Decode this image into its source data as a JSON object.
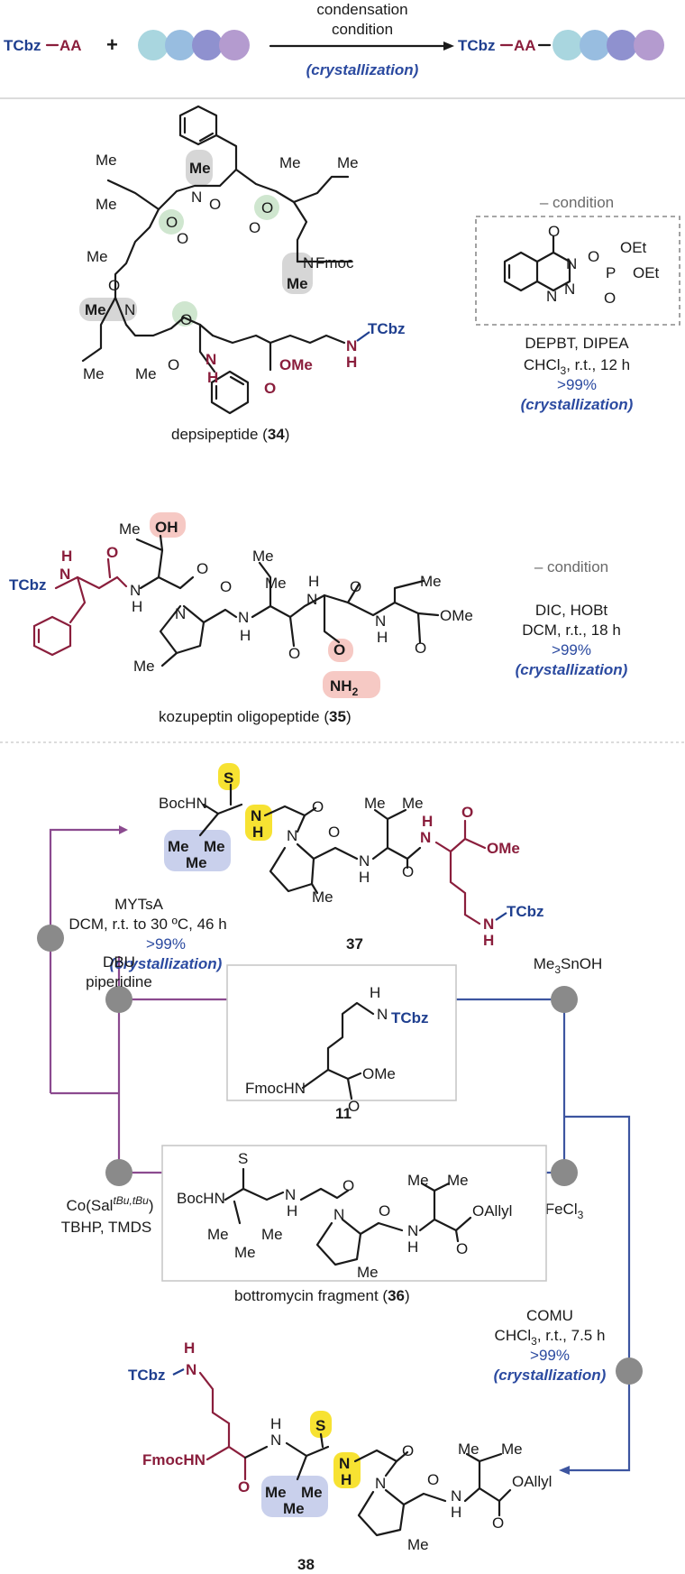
{
  "header": {
    "reagent_left": "TCbz",
    "reagent_aa": "AA",
    "plus": "+",
    "condition_line1": "condensation",
    "condition_line2": "condition",
    "condition_note": "(crystallization)",
    "product_left": "TCbz",
    "product_aa": "AA",
    "bead_colors": [
      "#a9d6df",
      "#98bde0",
      "#8f91cf",
      "#b49bcf"
    ]
  },
  "depsipeptide": {
    "labels": {
      "me1": "Me",
      "me2": "Me",
      "me3": "Me",
      "me4": "Me",
      "me5": "Me",
      "me6": "Me",
      "me_n_top": "Me",
      "me_n_right": "Me",
      "n_top": "N",
      "n_right": "N",
      "fmoc": "Fmoc",
      "me_n_left": "Me",
      "n_left": "N",
      "o1": "O",
      "o2": "O",
      "o3": "O",
      "o4": "O",
      "o5": "O",
      "o6": "O",
      "o7": "O",
      "h_nh": "H",
      "n_nh": "N",
      "ome": "OMe",
      "o_ester": "O",
      "nh_n": "N",
      "nh_h": "H",
      "tcbz": "TCbz"
    },
    "caption_name": "depsipeptide (",
    "caption_num": "34",
    "caption_close": ")"
  },
  "condition1": {
    "title": "– condition",
    "reagent_o": "O",
    "reagent_n1": "N",
    "reagent_n2": "N",
    "reagent_n3": "N",
    "reagent_o2": "O",
    "reagent_p": "P",
    "reagent_oet1": "OEt",
    "reagent_oet2": "OEt",
    "reagent_o3": "O",
    "line1": "DEPBT, DIPEA",
    "line2_a": "CHCl",
    "line2_sub": "3",
    "line2_b": ", r.t., 12 h",
    "yield": ">99%",
    "note": "(crystallization)"
  },
  "kozupeptin": {
    "labels": {
      "me_top": "Me",
      "oh": "OH",
      "h_left": "H",
      "n_left": "N",
      "tcbz": "TCbz",
      "o_red": "O",
      "h_n2": "H",
      "n2": "N",
      "o2": "O",
      "n_pro": "N",
      "o3": "O",
      "h3": "H",
      "n3": "N",
      "o4": "O",
      "h4": "H",
      "n4": "N",
      "o5": "O",
      "h5": "H",
      "n5": "N",
      "o6": "O",
      "ome": "OMe",
      "o_am": "O",
      "nh2": "NH",
      "nh2_sub": "2",
      "me_pro": "Me"
    },
    "caption_name": "kozupeptin oligopeptide (",
    "caption_num": "35",
    "caption_close": ")"
  },
  "condition2": {
    "title": "– condition",
    "line1": "DIC, HOBt",
    "line2": "DCM, r.t., 18 h",
    "yield": ">99%",
    "note": "(crystallization)"
  },
  "compound37": {
    "labels": {
      "s": "S",
      "bochn": "BocHN",
      "n_thio": "N",
      "h_thio": "H",
      "o1": "O",
      "me1": "Me",
      "me2": "Me",
      "me3": "Me",
      "n_pro": "N",
      "o2": "O",
      "h_n3": "H",
      "n3": "N",
      "o3": "O",
      "me_v1": "Me",
      "me_v2": "Me",
      "h_n4": "H",
      "n4": "N",
      "o4": "O",
      "ome": "OMe",
      "me_pro": "Me",
      "n_side": "N",
      "h_side": "H",
      "tcbz": "TCbz"
    },
    "number": "37"
  },
  "step_mytsa": {
    "line1": "MYTsA",
    "line2": "DCM, r.t. to 30 ºC, 46 h",
    "yield": ">99%",
    "note": "(crystallization)"
  },
  "step_dbu": {
    "line1": "DBU",
    "line2": "piperidine"
  },
  "step_me3snoh": {
    "a": "Me",
    "sub": "3",
    "b": "SnOH"
  },
  "compound11": {
    "labels": {
      "h": "H",
      "n": "N",
      "tcbz": "TCbz",
      "fmochn": "FmocHN",
      "ome": "OMe",
      "o": "O"
    },
    "number": "11"
  },
  "compound36": {
    "labels": {
      "s": "S",
      "bochn": "BocHN",
      "h_n": "H",
      "n": "N",
      "o1": "O",
      "me1": "Me",
      "me2": "Me",
      "me3": "Me",
      "n_pro": "N",
      "o2": "O",
      "me_v1": "Me",
      "me_v2": "Me",
      "h_n3": "H",
      "n3": "N",
      "o3": "O",
      "oallyl": "OAllyl",
      "me_pro": "Me"
    },
    "caption_name": "bottromycin fragment (",
    "caption_num": "36",
    "caption_close": ")"
  },
  "step_co": {
    "line1_a": "Co(Sal",
    "line1_sup": "tBu,tBu",
    "line1_b": ")",
    "line2": "TBHP, TMDS"
  },
  "step_fecl3": {
    "a": "FeCl",
    "sub": "3"
  },
  "step_comu": {
    "line1": "COMU",
    "line2_a": "CHCl",
    "line2_sub": "3",
    "line2_b": ", r.t., 7.5 h",
    "yield": ">99%",
    "note": "(crystallization)"
  },
  "compound38": {
    "labels": {
      "h_top": "H",
      "n_top": "N",
      "tcbz": "TCbz",
      "fmochn": "FmocHN",
      "o_red": "O",
      "h_n2": "H",
      "n2": "N",
      "s": "S",
      "n_thio": "N",
      "h_thio": "H",
      "o3": "O",
      "me1": "Me",
      "me2": "Me",
      "me3": "Me",
      "n_pro": "N",
      "o4": "O",
      "me_v1": "Me",
      "me_v2": "Me",
      "h_n5": "H",
      "n5": "N",
      "o5": "O",
      "oallyl": "OAllyl",
      "me_pro": "Me"
    },
    "number": "38"
  }
}
